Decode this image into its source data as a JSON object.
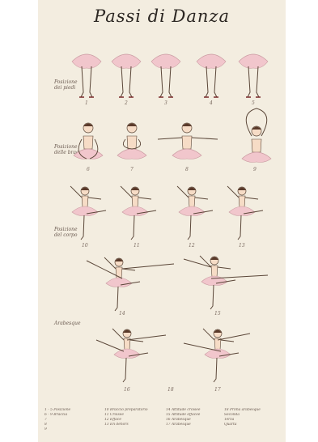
{
  "poster": {
    "title": "Passi di Danza",
    "row_labels": {
      "feet": [
        "Posizione",
        "dei piedi"
      ],
      "arms": [
        "Posizione",
        "delle braccia"
      ],
      "body": [
        "Posizione",
        "del corpo"
      ],
      "arabesque": "Arabesque"
    },
    "numbers": [
      "1",
      "2",
      "3",
      "4",
      "5",
      "6",
      "7",
      "8",
      "9",
      "10",
      "11",
      "12",
      "13",
      "14",
      "15",
      "16",
      "17",
      "18"
    ]
  },
  "legend": {
    "columns": [
      [
        "1 - 5 Posizione",
        "6 - 9 Braccia",
        "7",
        "8",
        "9"
      ],
      [
        "10 Braccio preparatorio",
        "11 Croisée",
        "12 Effacé",
        "13 En dehors"
      ],
      [
        "14 Attitude croisée",
        "15 Attitude effacée",
        "16 Arabesque",
        "17 Arabesque"
      ],
      [
        "18 Prima arabesque",
        "Seconda",
        "Terza",
        "Quarta"
      ]
    ]
  },
  "colors": {
    "paper": "#f3ede0",
    "tutu": "#f1c6cc",
    "skin": "#f6dcc6",
    "outline": "#5a4638",
    "hair": "#5a3a2a"
  },
  "icons": [
    "ballerina-feet-figure",
    "ballerina-arms-figure",
    "ballerina-pose-figure",
    "ballerina-arabesque-figure"
  ]
}
